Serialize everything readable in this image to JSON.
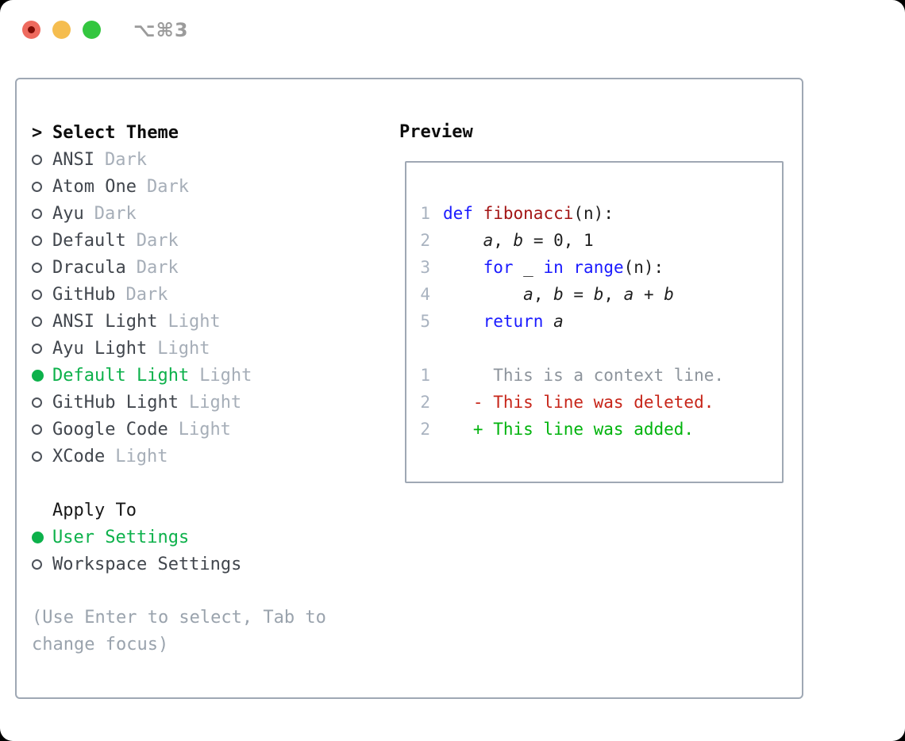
{
  "window": {
    "shortcut_label": "⌥⌘3",
    "traffic_lights": [
      {
        "name": "close-button",
        "color": "#ee6a5e",
        "dot_color": "#7e0b04"
      },
      {
        "name": "minimize-button",
        "color": "#f5bd4f",
        "dot_color": null
      },
      {
        "name": "zoom-button",
        "color": "#33c63f",
        "dot_color": null
      }
    ]
  },
  "colors": {
    "accent_green": "#0db14b",
    "keyword_blue": "#1a1aff",
    "function_red": "#a31515",
    "diff_added": "#00b30c",
    "diff_deleted": "#c7261a",
    "context_gray": "#8d949c",
    "line_number_gray": "#a9b3c0"
  },
  "theme_picker": {
    "prompt": ">",
    "title": "Select Theme",
    "items": [
      {
        "name": "ANSI",
        "variant": "Dark",
        "selected": false
      },
      {
        "name": "Atom One",
        "variant": "Dark",
        "selected": false
      },
      {
        "name": "Ayu",
        "variant": "Dark",
        "selected": false
      },
      {
        "name": "Default",
        "variant": "Dark",
        "selected": false
      },
      {
        "name": "Dracula",
        "variant": "Dark",
        "selected": false
      },
      {
        "name": "GitHub",
        "variant": "Dark",
        "selected": false
      },
      {
        "name": "ANSI Light",
        "variant": "Light",
        "selected": false
      },
      {
        "name": "Ayu Light",
        "variant": "Light",
        "selected": false
      },
      {
        "name": "Default Light",
        "variant": "Light",
        "selected": true
      },
      {
        "name": "GitHub Light",
        "variant": "Light",
        "selected": false
      },
      {
        "name": "Google Code",
        "variant": "Light",
        "selected": false
      },
      {
        "name": "XCode",
        "variant": "Light",
        "selected": false
      }
    ]
  },
  "apply_to": {
    "title": "Apply To",
    "options": [
      {
        "label": "User Settings",
        "selected": true
      },
      {
        "label": "Workspace Settings",
        "selected": false
      }
    ]
  },
  "help_text": "(Use Enter to select, Tab to change focus)",
  "preview": {
    "title": "Preview",
    "code_lines": [
      {
        "number": "1",
        "tokens": [
          {
            "t": "def",
            "c": "keyword"
          },
          {
            "t": " "
          },
          {
            "t": "fibonacci",
            "c": "function"
          },
          {
            "t": "(n):"
          }
        ]
      },
      {
        "number": "2",
        "tokens": [
          {
            "t": "    "
          },
          {
            "t": "a",
            "c": "var"
          },
          {
            "t": ", "
          },
          {
            "t": "b",
            "c": "var"
          },
          {
            "t": " = 0, 1"
          }
        ]
      },
      {
        "number": "3",
        "tokens": [
          {
            "t": "    "
          },
          {
            "t": "for",
            "c": "keyword"
          },
          {
            "t": " _ "
          },
          {
            "t": "in",
            "c": "keyword"
          },
          {
            "t": " "
          },
          {
            "t": "range",
            "c": "keyword"
          },
          {
            "t": "(n):"
          }
        ]
      },
      {
        "number": "4",
        "tokens": [
          {
            "t": "        "
          },
          {
            "t": "a",
            "c": "var"
          },
          {
            "t": ", "
          },
          {
            "t": "b",
            "c": "var"
          },
          {
            "t": " = "
          },
          {
            "t": "b",
            "c": "var"
          },
          {
            "t": ", "
          },
          {
            "t": "a",
            "c": "var"
          },
          {
            "t": " + "
          },
          {
            "t": "b",
            "c": "var"
          }
        ]
      },
      {
        "number": "5",
        "tokens": [
          {
            "t": "    "
          },
          {
            "t": "return",
            "c": "keyword"
          },
          {
            "t": " "
          },
          {
            "t": "a",
            "c": "var"
          }
        ]
      }
    ],
    "diff_lines": [
      {
        "number": "1",
        "kind": "context",
        "text": "     This is a context line."
      },
      {
        "number": "2",
        "kind": "deleted",
        "text": "   - This line was deleted."
      },
      {
        "number": "2",
        "kind": "added",
        "text": "   + This line was added."
      }
    ]
  }
}
